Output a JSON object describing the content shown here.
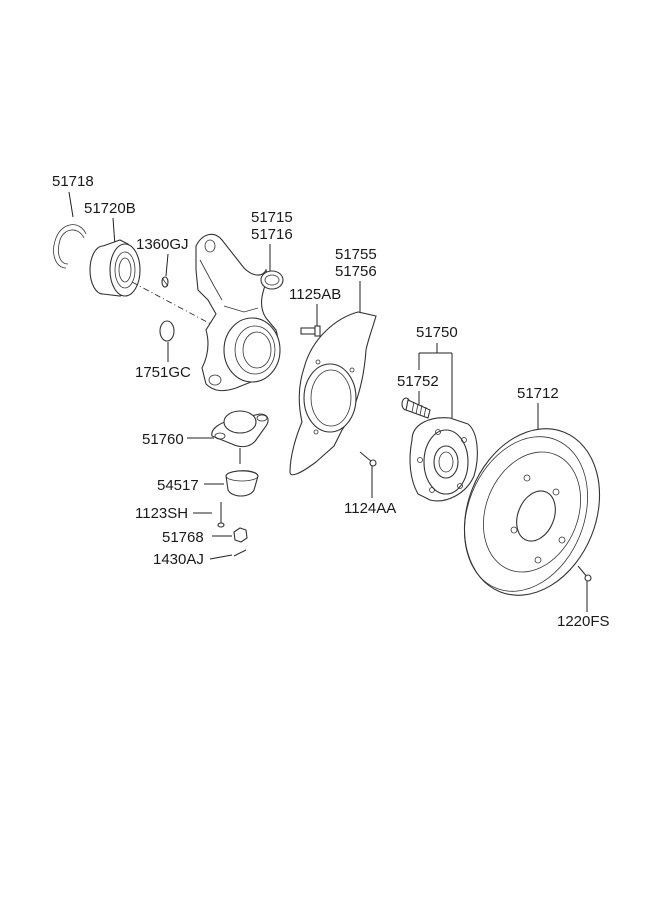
{
  "labels": {
    "p51718": "51718",
    "p51720B": "51720B",
    "p1360GJ": "1360GJ",
    "p51715": "51715",
    "p51716": "51716",
    "p51755": "51755",
    "p51756": "51756",
    "p1125AB": "1125AB",
    "p51750": "51750",
    "p51752": "51752",
    "p51712": "51712",
    "p1751GC": "1751GC",
    "p51760": "51760",
    "p54517": "54517",
    "p1123SH": "1123SH",
    "p51768": "51768",
    "p1430AJ": "1430AJ",
    "p1124AA": "1124AA",
    "p1220FS": "1220FS"
  }
}
